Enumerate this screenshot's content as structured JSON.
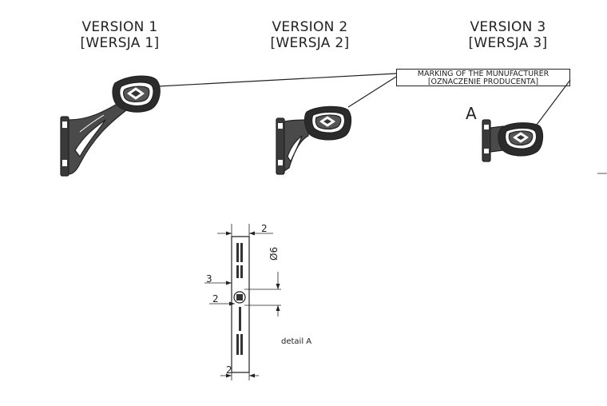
{
  "versions": [
    {
      "title": "VERSION 1",
      "subtitle": "[WERSJA 1]"
    },
    {
      "title": "VERSION 2",
      "subtitle": "[WERSJA 2]"
    },
    {
      "title": "VERSION 3",
      "subtitle": "[WERSJA 3]"
    }
  ],
  "marking": {
    "line1": "MARKING OF THE MUNUFACTURER",
    "line2": "[OZNACZENIE PRODUCENTA]"
  },
  "view_label": "A",
  "detail_label": "detail A",
  "dimensions": {
    "top_width": "2",
    "offset_left": "3",
    "hole_offset": "2",
    "bottom_width": "2",
    "hole_diameter": "Ø6"
  },
  "colors": {
    "line": "#222222",
    "lamp_body": "#2b2b2b",
    "background": "#ffffff"
  }
}
